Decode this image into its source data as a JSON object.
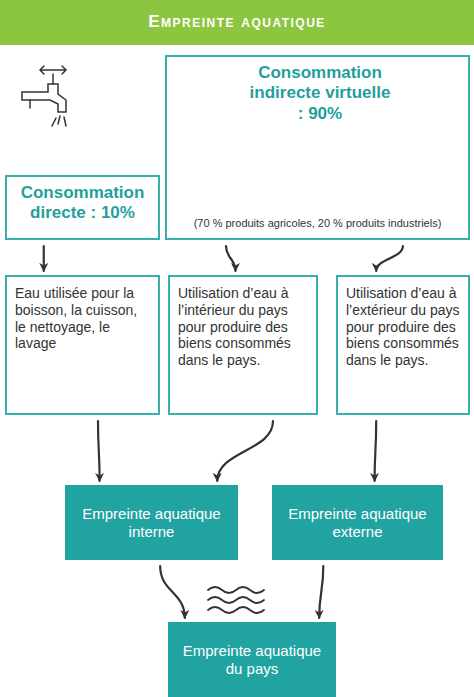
{
  "diagram": {
    "title": "Empreinte aquatique",
    "nodes": [
      {
        "text": [
          "Consommation directe : 10%"
        ]
      },
      {
        "text": [
          "Consommation indirecte virtuelle : 90%",
          "(70 % produits agricoles, 20 % produits industriels)"
        ]
      },
      {
        "text": [
          "Eau utilisée pour la boisson, la cuisson, le nettoyage, le lavage"
        ]
      },
      {
        "text": [
          "Utilisation d’eau à l’intérieur du pays pour produire des biens consommés dans le pays."
        ]
      },
      {
        "text": [
          "Utilisation d’eau à l’extérieur du pays pour produire des biens consommés dans le pays."
        ]
      },
      {
        "text": [
          "Empreinte aquatique interne"
        ]
      },
      {
        "text": [
          "Empreinte aquatique externe"
        ]
      },
      {
        "text": [
          "Empreinte aquatique du pays"
        ]
      }
    ],
    "edges": [
      {
        "from": 0,
        "to": 2,
        "arrow": "to"
      },
      {
        "from": 1,
        "to": 3,
        "arrow": "to"
      },
      {
        "from": 1,
        "to": 4,
        "arrow": "to"
      },
      {
        "from": 2,
        "to": 5,
        "arrow": "to"
      },
      {
        "from": 3,
        "to": 5,
        "arrow": "to"
      },
      {
        "from": 4,
        "to": 6,
        "arrow": "to"
      },
      {
        "from": 5,
        "to": 7,
        "arrow": "to"
      },
      {
        "from": 6,
        "to": 7,
        "arrow": "to"
      }
    ]
  }
}
